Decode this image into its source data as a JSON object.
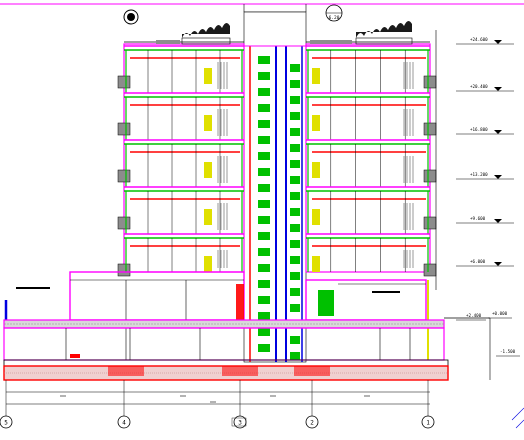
{
  "drawing": {
    "elevations": [
      "+24.600",
      "+20.400",
      "+16.800",
      "+13.200",
      "+9.600",
      "+6.000"
    ],
    "top_marker": "6.20",
    "lower_levels": [
      "+2.400",
      "+0.000",
      "-1.500"
    ],
    "grid_axes": [
      "5",
      "4",
      "3",
      "2",
      "1"
    ],
    "colors": {
      "magenta": "#ff00ff",
      "red": "#ff0000",
      "green": "#00c000",
      "blue": "#0000e0",
      "yellow": "#e0e000",
      "grey": "#8c8c8c",
      "black": "#000000"
    }
  }
}
